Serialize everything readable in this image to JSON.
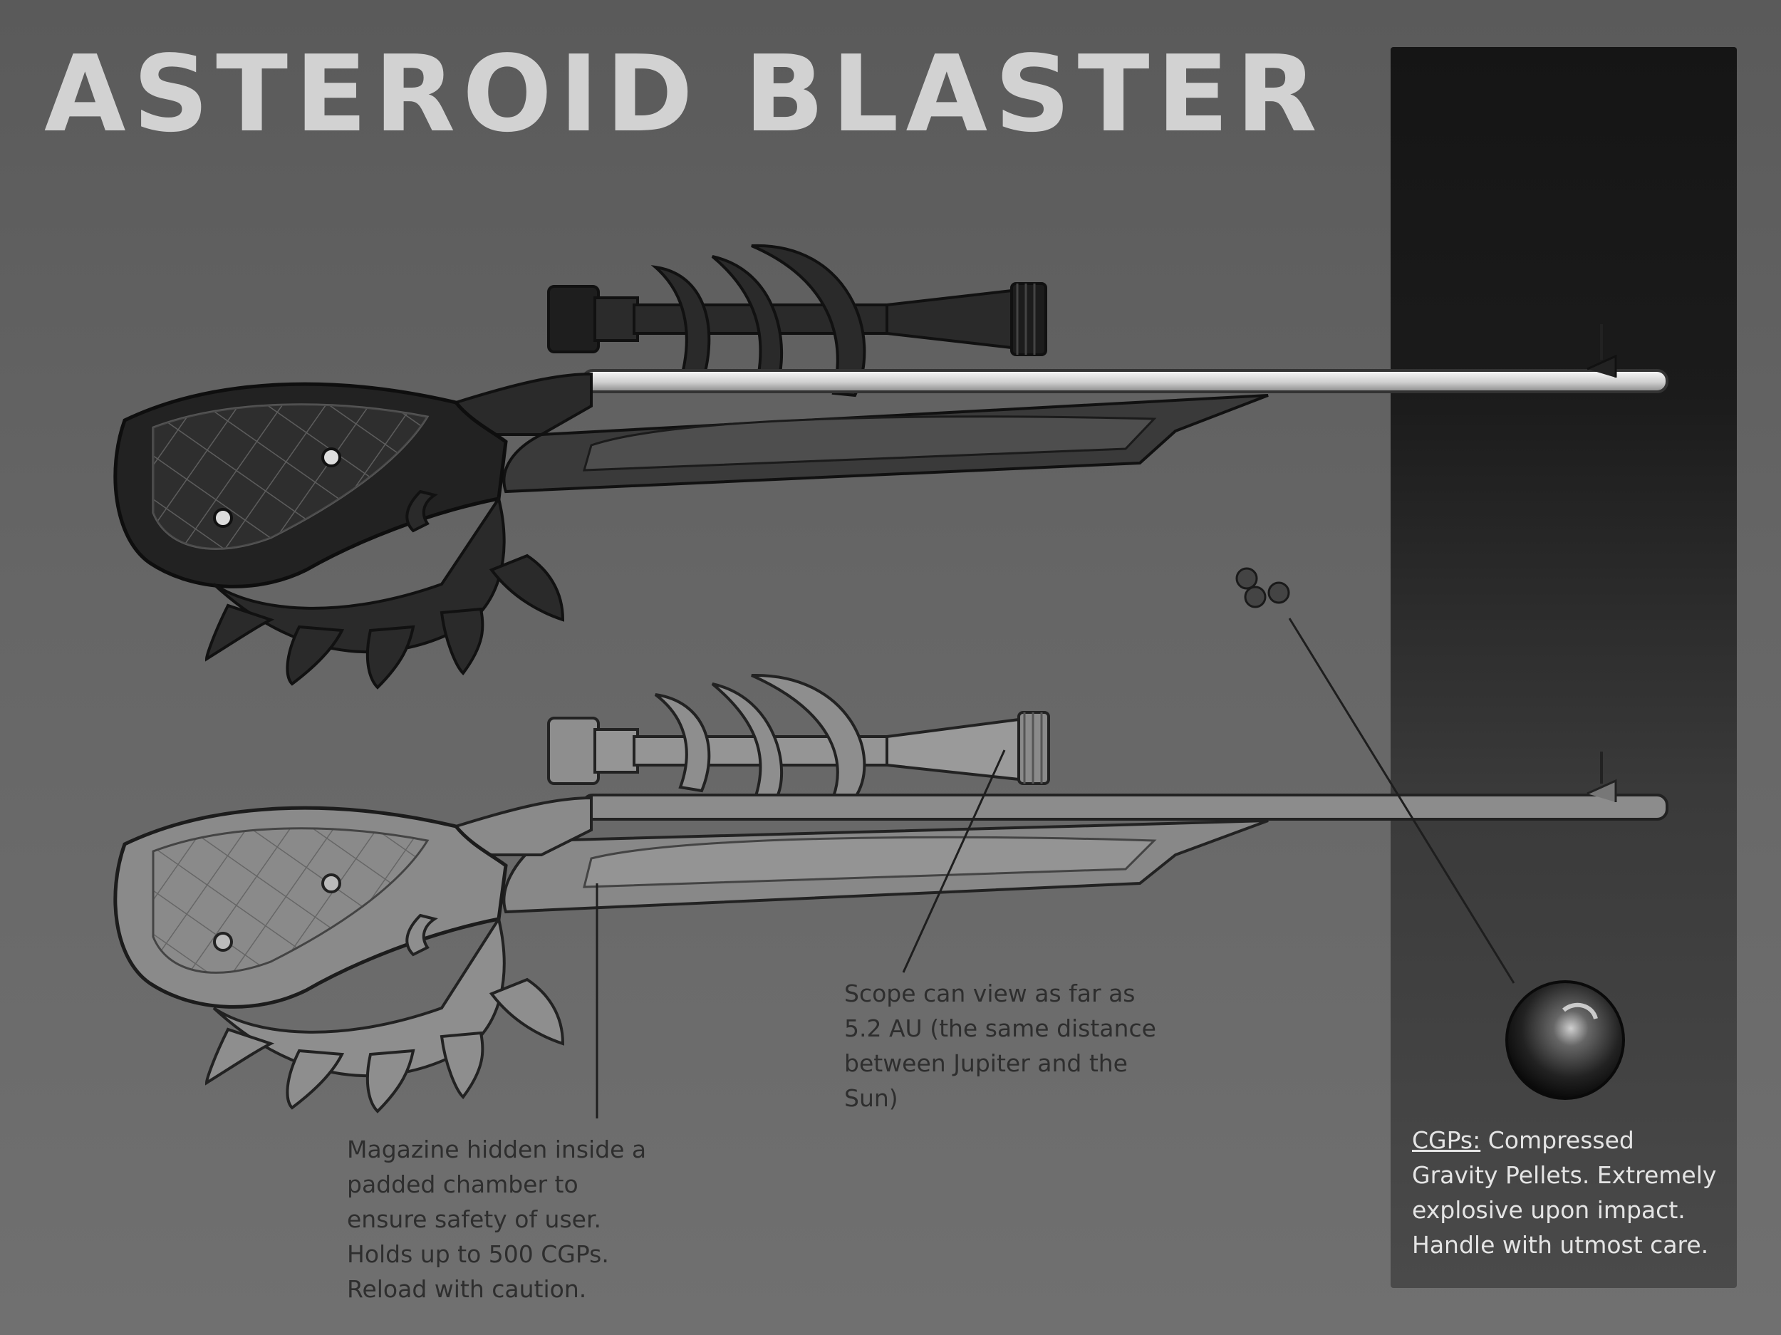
{
  "title": "ASTEROID BLASTER",
  "notes": {
    "magazine": [
      "Magazine hidden inside a",
      "padded chamber to",
      "ensure safety of user.",
      "Holds up to 500 CGPs.",
      "Reload with caution."
    ],
    "scope": [
      "Scope can view as far as",
      "5.2 AU (the same distance",
      "between Jupiter and the",
      "Sun)"
    ],
    "cgp": {
      "term": "CGPs:",
      "first_line_rest": " Compressed",
      "lines": [
        "Gravity Pellets. Extremely",
        "explosive upon impact.",
        "Handle with utmost care."
      ]
    }
  },
  "colors": {
    "background": "#666666",
    "panel": "#1a1a1a",
    "title": "#d2d2d2",
    "dark_rifle": "#2e2e2e",
    "light_rifle": "#8a8a8a"
  }
}
